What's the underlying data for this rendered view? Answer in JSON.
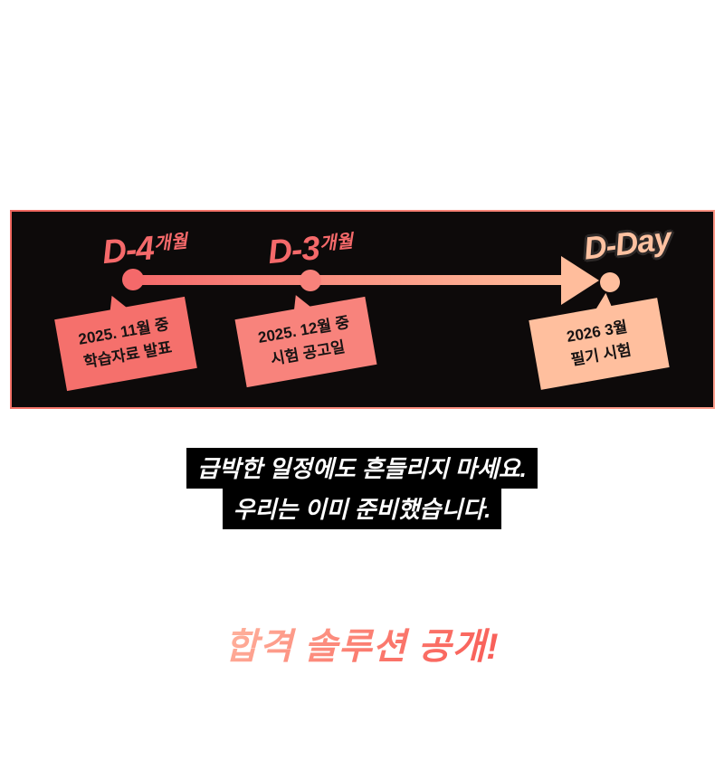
{
  "banner": {
    "bg_color": "#0d0a0a",
    "border_gradient": [
      "#ef665e",
      "#ff9f8d"
    ],
    "timeline": {
      "line_gradient": [
        "#f4696a",
        "#ffbd9b"
      ],
      "milestones": [
        {
          "label_main": "D-4",
          "label_suffix": "개월",
          "label_color": "#f5696a",
          "bubble": {
            "line1": "2025. 11월 중",
            "line2": "학습자료 발표",
            "bg": "#f5706c"
          }
        },
        {
          "label_main": "D-3",
          "label_suffix": "개월",
          "label_color": "#f5696a",
          "bubble": {
            "line1": "2025. 12월 중",
            "line2": "시험 공고일",
            "bg": "#f8837c"
          }
        },
        {
          "label_main": "D-Day",
          "label_suffix": "",
          "label_color": "#ffc2a1",
          "bubble": {
            "line1": "2026 3월",
            "line2": "필기 시험",
            "bg": "#ffbf9e"
          }
        }
      ]
    }
  },
  "headline": {
    "line1": "급박한 일정에도 흔들리지 마세요.",
    "line2": "우리는 이미 준비했습니다."
  },
  "cta": {
    "text": "합격 솔루션 공개!",
    "gradient": [
      "#ffb8a2",
      "#f85a55"
    ]
  }
}
